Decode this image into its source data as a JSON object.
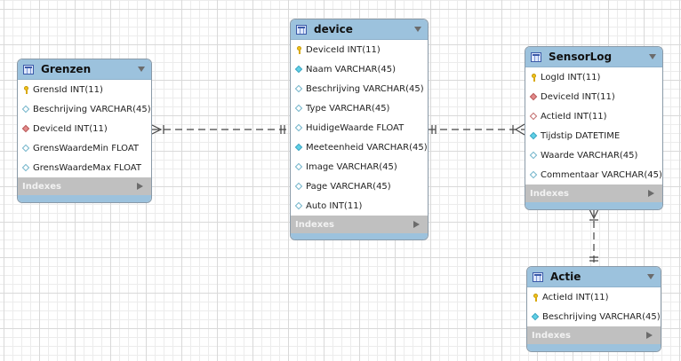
{
  "tables": {
    "grenzen": {
      "title": "Grenzen",
      "columns": [
        {
          "text": "GrensId INT(11)",
          "icon": "primary-key"
        },
        {
          "text": "Beschrijving VARCHAR(45)",
          "icon": "column"
        },
        {
          "text": "DeviceId INT(11)",
          "icon": "foreign-key"
        },
        {
          "text": "GrensWaardeMin FLOAT",
          "icon": "column"
        },
        {
          "text": "GrensWaardeMax FLOAT",
          "icon": "column"
        }
      ],
      "indexes_label": "Indexes"
    },
    "device": {
      "title": "device",
      "columns": [
        {
          "text": "DeviceId INT(11)",
          "icon": "primary-key"
        },
        {
          "text": "Naam VARCHAR(45)",
          "icon": "not-null-column"
        },
        {
          "text": "Beschrijving VARCHAR(45)",
          "icon": "column"
        },
        {
          "text": "Type VARCHAR(45)",
          "icon": "column"
        },
        {
          "text": "HuidigeWaarde FLOAT",
          "icon": "column"
        },
        {
          "text": "Meeteenheid VARCHAR(45)",
          "icon": "not-null-column"
        },
        {
          "text": "Image VARCHAR(45)",
          "icon": "column"
        },
        {
          "text": "Page VARCHAR(45)",
          "icon": "column"
        },
        {
          "text": "Auto INT(11)",
          "icon": "column"
        }
      ],
      "indexes_label": "Indexes"
    },
    "sensorlog": {
      "title": "SensorLog",
      "columns": [
        {
          "text": "LogId INT(11)",
          "icon": "primary-key"
        },
        {
          "text": "DeviceId INT(11)",
          "icon": "foreign-key"
        },
        {
          "text": "ActieId INT(11)",
          "icon": "nullable-foreign-key"
        },
        {
          "text": "Tijdstip DATETIME",
          "icon": "not-null-column"
        },
        {
          "text": "Waarde VARCHAR(45)",
          "icon": "column"
        },
        {
          "text": "Commentaar VARCHAR(45)",
          "icon": "column"
        }
      ],
      "indexes_label": "Indexes"
    },
    "actie": {
      "title": "Actie",
      "columns": [
        {
          "text": "ActieId INT(11)",
          "icon": "primary-key"
        },
        {
          "text": "Beschrijving VARCHAR(45)",
          "icon": "not-null-column"
        }
      ],
      "indexes_label": "Indexes"
    }
  },
  "relationships": [
    {
      "from": "Grenzen",
      "to": "device",
      "from_cardinality": "many",
      "to_cardinality": "one"
    },
    {
      "from": "SensorLog",
      "to": "device",
      "from_cardinality": "many",
      "to_cardinality": "one"
    },
    {
      "from": "SensorLog",
      "to": "Actie",
      "from_cardinality": "many",
      "to_cardinality": "one"
    }
  ],
  "colors": {
    "header": "#9cc2dd",
    "indexes_bar": "#c0c0c0",
    "grid_minor": "#ececec",
    "grid_major": "#d9d9d9"
  }
}
